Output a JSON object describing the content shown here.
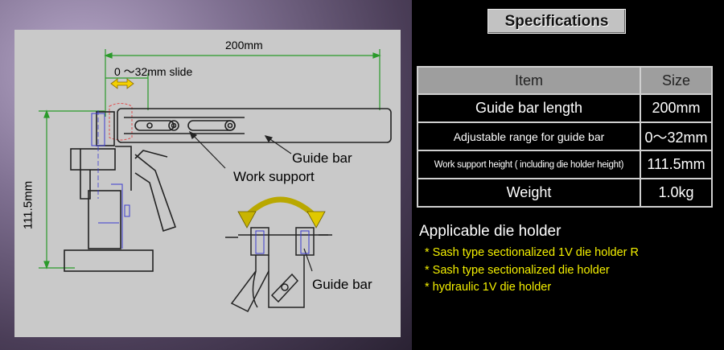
{
  "drawing": {
    "dim_length": "200mm",
    "dim_slide": "0 ～32mm slide",
    "dim_height": "111.5mm",
    "label_guide_bar_top": "Guide bar",
    "label_work_support": "Work support",
    "label_guide_bar_bottom": "Guide bar"
  },
  "specs": {
    "title": "Specifications",
    "headers": [
      "Item",
      "Size"
    ],
    "rows": [
      [
        "Guide bar length",
        "200mm"
      ],
      [
        "Adjustable range for guide bar",
        "0～32mm"
      ],
      [
        "Work support height ( including die holder height)",
        "111.5mm"
      ],
      [
        "Weight",
        "1.0kg"
      ]
    ]
  },
  "applicable": {
    "title": "Applicable die holder",
    "items": [
      "* Sash type sectionalized 1V die holder R",
      "* Sash type sectionalized die holder",
      "* hydraulic 1V die holder"
    ]
  },
  "colors": {
    "dimension_line": "#2a9a2a",
    "arrow_fill": "#f4d000",
    "list_text": "#f4f000",
    "outline": "#3a3ad0"
  }
}
